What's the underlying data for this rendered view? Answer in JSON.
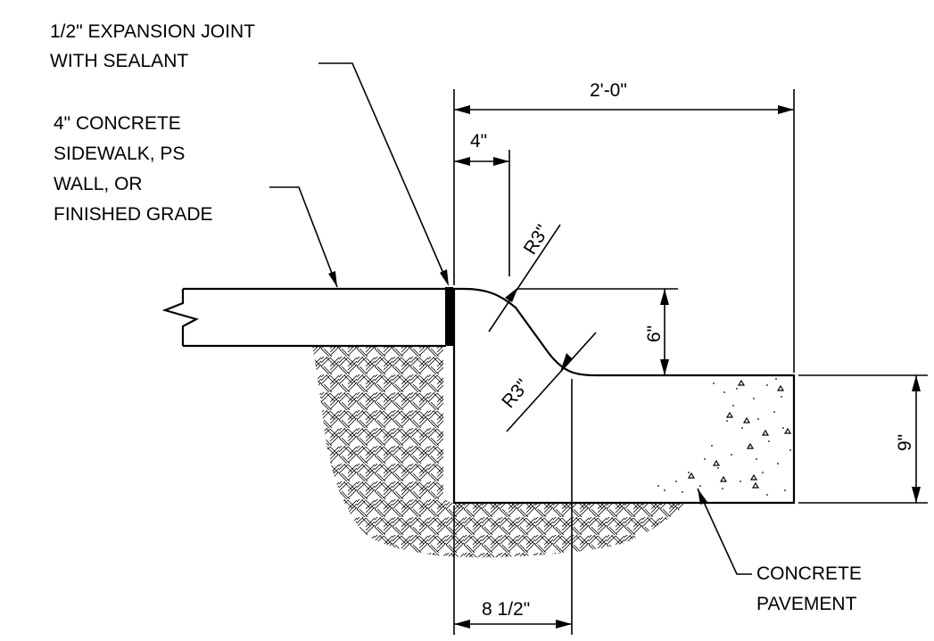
{
  "labels": {
    "expansion_joint_line1": "1/2\" EXPANSION JOINT",
    "expansion_joint_line2": "WITH SEALANT",
    "sidewalk_line1": "4\" CONCRETE",
    "sidewalk_line2": "SIDEWALK, PS",
    "sidewalk_line3": "WALL, OR",
    "sidewalk_line4": "FINISHED GRADE",
    "pavement_line1": "CONCRETE",
    "pavement_line2": "PAVEMENT"
  },
  "dimensions": {
    "overall_width": "2'-0\"",
    "top_offset": "4\"",
    "top_radius": "R3\"",
    "bottom_radius": "R3\"",
    "curb_height": "6\"",
    "pavement_depth": "9\"",
    "base_width": "8 1/2\""
  }
}
